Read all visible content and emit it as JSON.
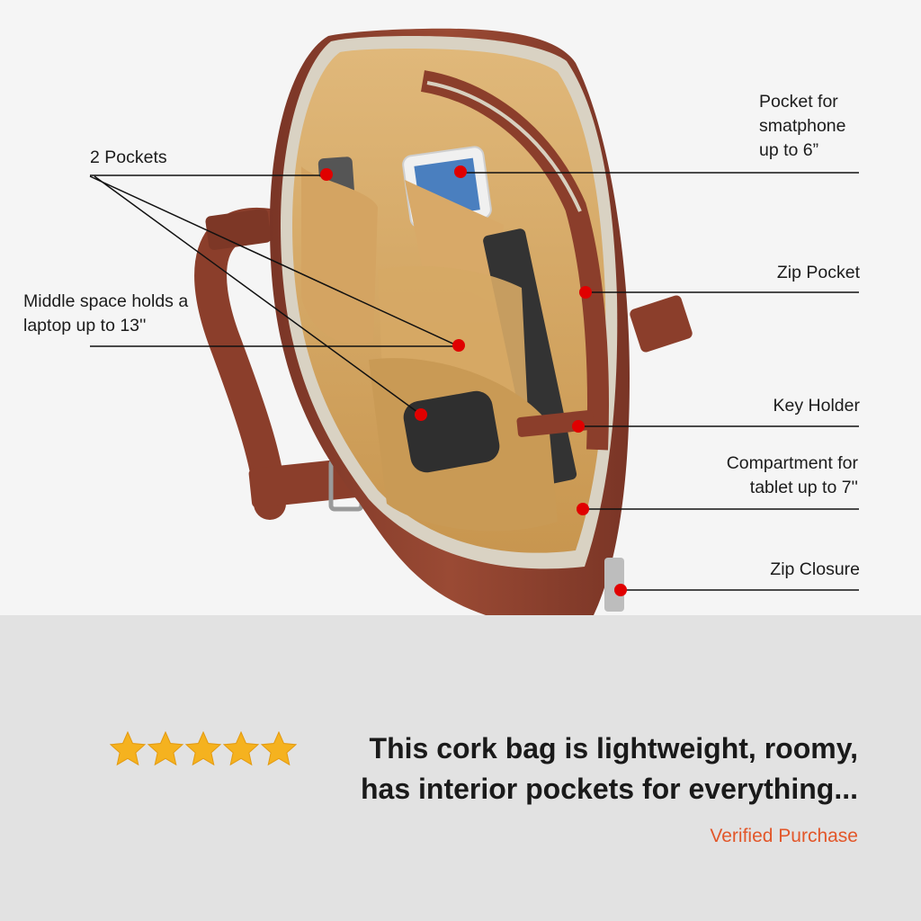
{
  "callouts": {
    "two_pockets": "2 Pockets",
    "middle_space": "Middle space holds a\nlaptop up to 13''",
    "smartphone_pocket": "Pocket for\nsmatphone\nup to 6”",
    "zip_pocket": "Zip Pocket",
    "key_holder": "Key Holder",
    "tablet_compartment": "Compartment for\ntablet up to 7''",
    "zip_closure": "Zip Closure"
  },
  "review": {
    "rating": 5,
    "max_rating": 5,
    "text": "This cork bag is lightweight, roomy,\nhas interior pockets for everything...",
    "verified": "Verified Purchase"
  },
  "colors": {
    "star": "#f5b21f",
    "verified": "#e2572a",
    "marker": "#e00000",
    "cork": "#8a3e2c",
    "lining": "#c99a55"
  }
}
